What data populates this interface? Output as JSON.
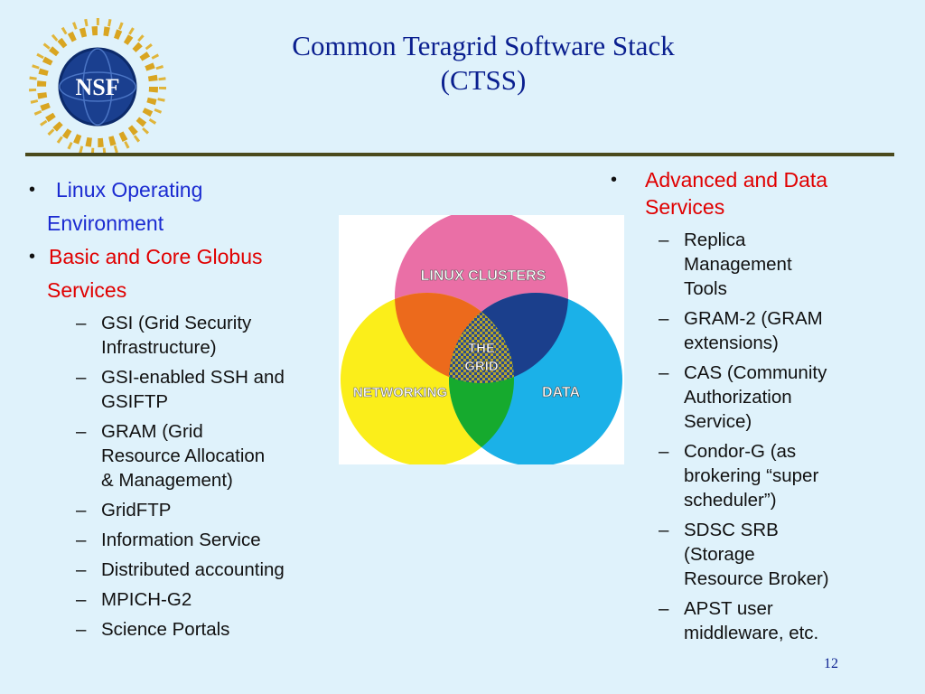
{
  "slide": {
    "title_line1": "Common Teragrid Software Stack",
    "title_line2": "(CTSS)",
    "page_number": "12",
    "logo_text": "NSF"
  },
  "left": {
    "bullets": [
      {
        "line1": "Linux Operating",
        "line2": "Environment"
      },
      {
        "line1": "Basic and Core Globus",
        "line2": "Services"
      }
    ],
    "subitems": [
      {
        "lines": [
          "GSI (Grid Security",
          "Infrastructure)"
        ]
      },
      {
        "lines": [
          "GSI-enabled SSH and",
          "GSIFTP"
        ]
      },
      {
        "lines": [
          "GRAM (Grid",
          "Resource Allocation",
          "& Management)"
        ]
      },
      {
        "lines": [
          "GridFTP"
        ]
      },
      {
        "lines": [
          "Information Service"
        ]
      },
      {
        "lines": [
          "Distributed accounting"
        ]
      },
      {
        "lines": [
          "MPICH-G2"
        ]
      },
      {
        "lines": [
          "Science Portals"
        ]
      }
    ]
  },
  "right": {
    "bullet": {
      "line1": "Advanced and Data",
      "line2": "Services"
    },
    "subitems": [
      {
        "lines": [
          "Replica",
          "Management",
          "Tools"
        ]
      },
      {
        "lines": [
          "GRAM-2 (GRAM",
          "extensions)"
        ]
      },
      {
        "lines": [
          "CAS (Community",
          "Authorization",
          "Service)"
        ]
      },
      {
        "lines": [
          "Condor-G (as",
          "brokering “super",
          "scheduler”)"
        ]
      },
      {
        "lines": [
          "SDSC SRB",
          "(Storage",
          "Resource Broker)"
        ]
      },
      {
        "lines": [
          "APST user",
          "middleware, etc."
        ]
      }
    ]
  },
  "venn": {
    "top_label": "LINUX CLUSTERS",
    "left_label": "NETWORKING",
    "right_label": "DATA",
    "center_line1": "THE",
    "center_line2": "GRID"
  },
  "colors": {
    "background": "#dff2fb",
    "title": "#0a1f8f",
    "bullet_blue": "#1b2bd1",
    "bullet_red": "#e00000",
    "circle_pink": "#ea6fa6",
    "circle_yellow": "#fbee1a",
    "circle_cyan": "#1bb1e8",
    "overlap_orange": "#ec6a1c",
    "overlap_navy": "#1b3f8c",
    "overlap_green": "#16aa2e"
  },
  "bullet_glyph": "•",
  "dash_glyph": "–"
}
